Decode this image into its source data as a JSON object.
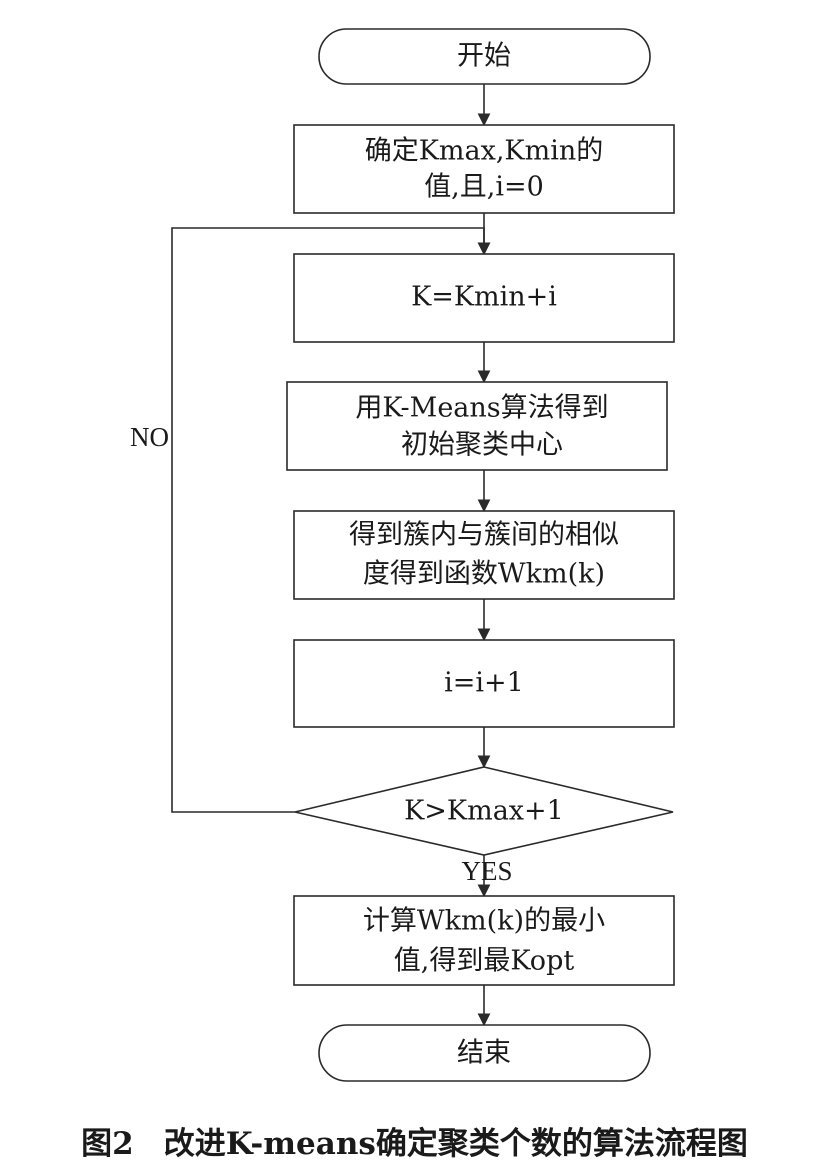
{
  "nodes": {
    "start": {
      "text": "开始"
    },
    "init": {
      "line1": "确定Kmax,Kmin的",
      "line2": "值,且,i=0"
    },
    "set_k": {
      "text": "K=Kmin+i"
    },
    "kmeans": {
      "line1": "用K-Means算法得到",
      "line2": "初始聚类中心"
    },
    "similarity": {
      "line1": "得到簇内与簇间的相似",
      "line2": "度得到函数Wkm(k)"
    },
    "increment": {
      "text": "i=i+1"
    },
    "decision": {
      "text": "K>Kmax+1"
    },
    "compute_min": {
      "line1": "计算Wkm(k)的最小",
      "line2": "值,得到最Kopt"
    },
    "end": {
      "text": "结束"
    }
  },
  "edge_labels": {
    "no": "NO",
    "yes": "YES"
  },
  "caption": {
    "figure_number": "图2",
    "title": "改进K-means确定聚类个数的算法流程图"
  }
}
